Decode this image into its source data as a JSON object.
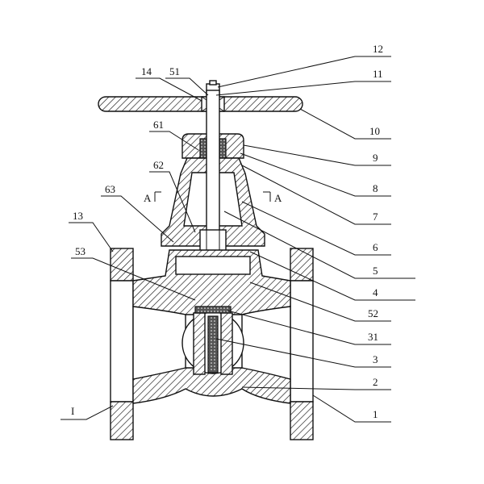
{
  "title": "Globe valve sectional drawing",
  "section_marks": {
    "left": "A",
    "right": "A"
  },
  "labels": {
    "p12": "12",
    "p11": "11",
    "p10": "10",
    "p9": "9",
    "p8": "8",
    "p7": "7",
    "p6": "6",
    "p5": "5",
    "p4": "4",
    "p52": "52",
    "p31": "31",
    "p3": "3",
    "p2": "2",
    "p1": "1",
    "p14": "14",
    "p51": "51",
    "p61": "61",
    "p62": "62",
    "p63": "63",
    "p13": "13",
    "p53": "53",
    "pI": "I"
  },
  "colors": {
    "line": "#111111",
    "background": "#ffffff"
  }
}
